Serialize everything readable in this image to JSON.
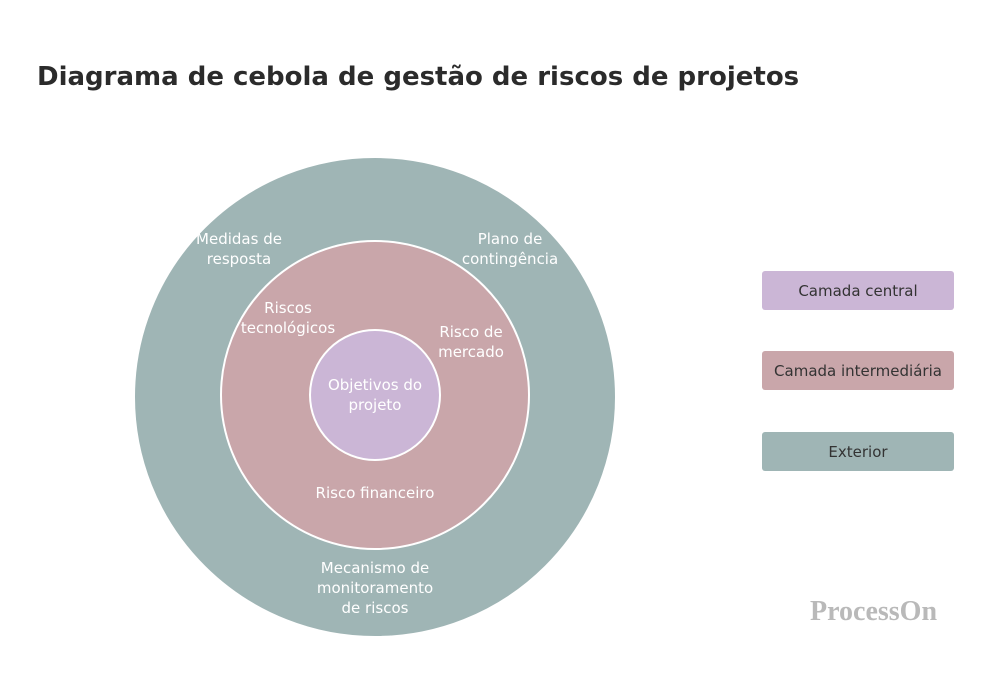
{
  "title": "Diagrama de cebola de gestão de riscos de projetos",
  "colors": {
    "outer": "#9fb5b5",
    "middle": "#c9a6aa",
    "center": "#cbb6d6",
    "ring_stroke": "#ffffff"
  },
  "layers": {
    "outer": {
      "labels": [
        "Medidas de\nresposta",
        "Plano de\ncontingência",
        "Mecanismo de\nmonitoramento\nde riscos"
      ]
    },
    "middle": {
      "labels": [
        "Riscos\ntecnológicos",
        "Risco de\nmercado",
        "Risco financeiro"
      ]
    },
    "center": {
      "label": "Objetivos do\nprojeto"
    }
  },
  "legend": [
    {
      "label": "Camada central",
      "color": "#cbb6d6"
    },
    {
      "label": "Camada intermediária",
      "color": "#c9a6aa"
    },
    {
      "label": "Exterior",
      "color": "#9fb5b5"
    }
  ],
  "watermark": "ProcessOn"
}
